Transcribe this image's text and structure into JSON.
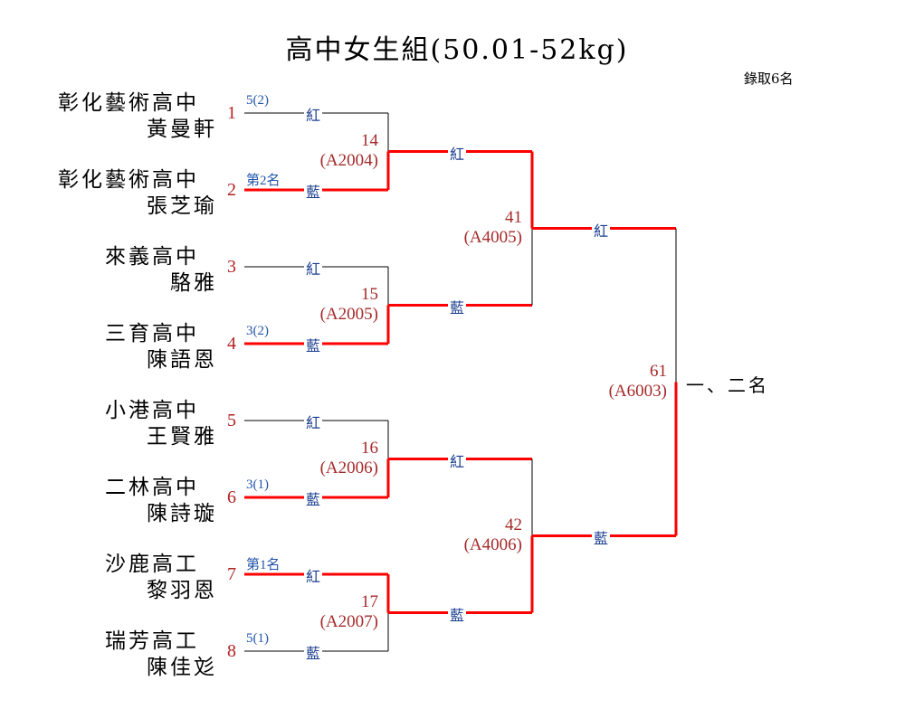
{
  "title": "高中女生組(50.01-52kg)",
  "quota": "錄取6名",
  "colors": {
    "win": "#ff0000",
    "line": "#000000",
    "seed": "#b22222",
    "corner": "#1a3d8f",
    "note": "#2255aa",
    "match": "#a52a2a"
  },
  "corners": {
    "red": "紅",
    "blue": "藍"
  },
  "entrants": [
    {
      "seed": "1",
      "school": "彰化藝術高中",
      "name": "黃曼軒",
      "note": "5(2)",
      "corner": "紅",
      "won": false
    },
    {
      "seed": "2",
      "school": "彰化藝術高中",
      "name": "張芝瑜",
      "note": "第2名",
      "corner": "藍",
      "won": true
    },
    {
      "seed": "3",
      "school": "來義高中",
      "name": "駱雅",
      "note": "",
      "corner": "紅",
      "won": false
    },
    {
      "seed": "4",
      "school": "三育高中",
      "name": "陳語恩",
      "note": "3(2)",
      "corner": "藍",
      "won": true
    },
    {
      "seed": "5",
      "school": "小港高中",
      "name": "王賢雅",
      "note": "",
      "corner": "紅",
      "won": false
    },
    {
      "seed": "6",
      "school": "二林高中",
      "name": "陳詩璇",
      "note": "3(1)",
      "corner": "藍",
      "won": true
    },
    {
      "seed": "7",
      "school": "沙鹿高工",
      "name": "黎羽恩",
      "note": "第1名",
      "corner": "紅",
      "won": true
    },
    {
      "seed": "8",
      "school": "瑞芳高工",
      "name": "陳佳彣",
      "note": "5(1)",
      "corner": "藍",
      "won": false
    }
  ],
  "round1": [
    {
      "no": "14",
      "code": "(A2004)",
      "winner": "blue"
    },
    {
      "no": "15",
      "code": "(A2005)",
      "winner": "blue"
    },
    {
      "no": "16",
      "code": "(A2006)",
      "winner": "blue"
    },
    {
      "no": "17",
      "code": "(A2007)",
      "winner": "red"
    }
  ],
  "round2": [
    {
      "no": "41",
      "code": "(A4005)",
      "winner": "red",
      "corners": [
        "紅",
        "藍"
      ]
    },
    {
      "no": "42",
      "code": "(A4006)",
      "winner": "blue",
      "corners": [
        "紅",
        "藍"
      ]
    }
  ],
  "final": {
    "no": "61",
    "code": "(A6003)",
    "winner": "blue",
    "corners": [
      "紅",
      "藍"
    ],
    "label": "一、二名"
  }
}
